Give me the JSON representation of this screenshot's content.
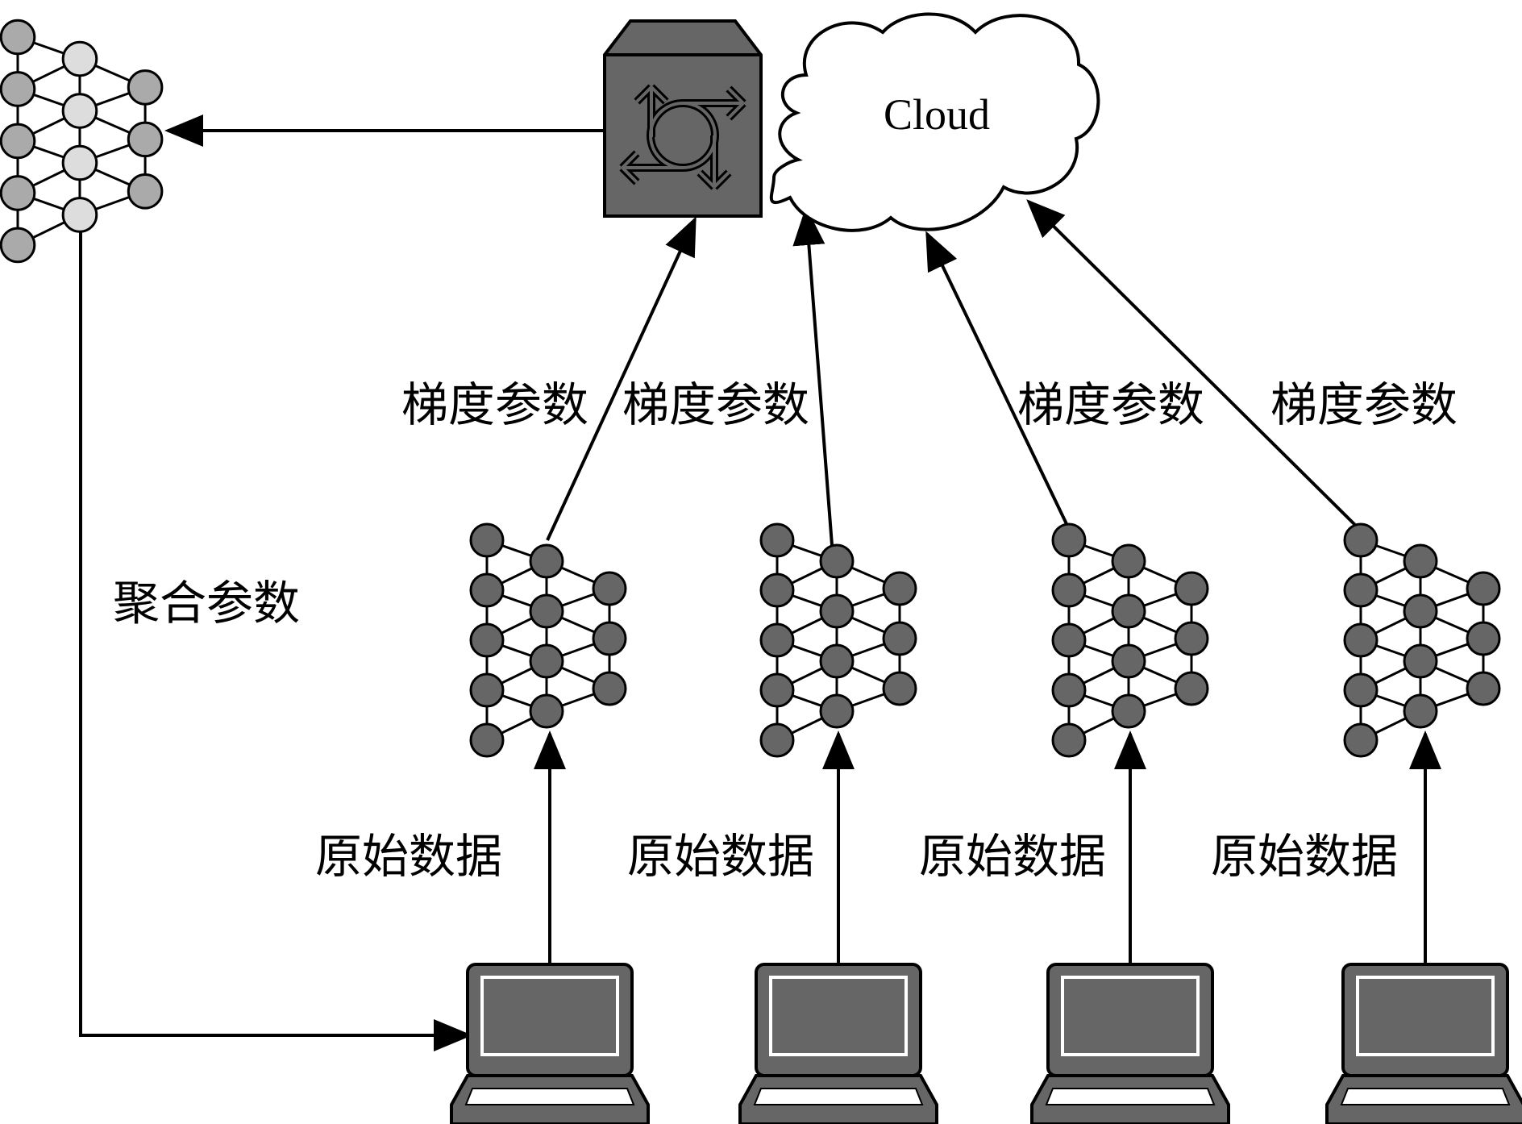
{
  "cloud": {
    "label": "Cloud"
  },
  "labels": {
    "gradient_params": [
      "梯度参数",
      "梯度参数",
      "梯度参数",
      "梯度参数"
    ],
    "raw_data": [
      "原始数据",
      "原始数据",
      "原始数据",
      "原始数据"
    ],
    "aggregated_params": "聚合参数"
  },
  "colors": {
    "node_dark": "#666666",
    "node_light": "#dddddd",
    "node_mid": "#aaaaaa",
    "device_fill": "#666666",
    "router_fill": "#666666",
    "stroke": "#000000",
    "background": "#ffffff"
  },
  "icons": {
    "router": "router-icon",
    "cloud": "cloud-icon",
    "laptop": "laptop-icon",
    "neural_network": "neural-network-icon"
  }
}
